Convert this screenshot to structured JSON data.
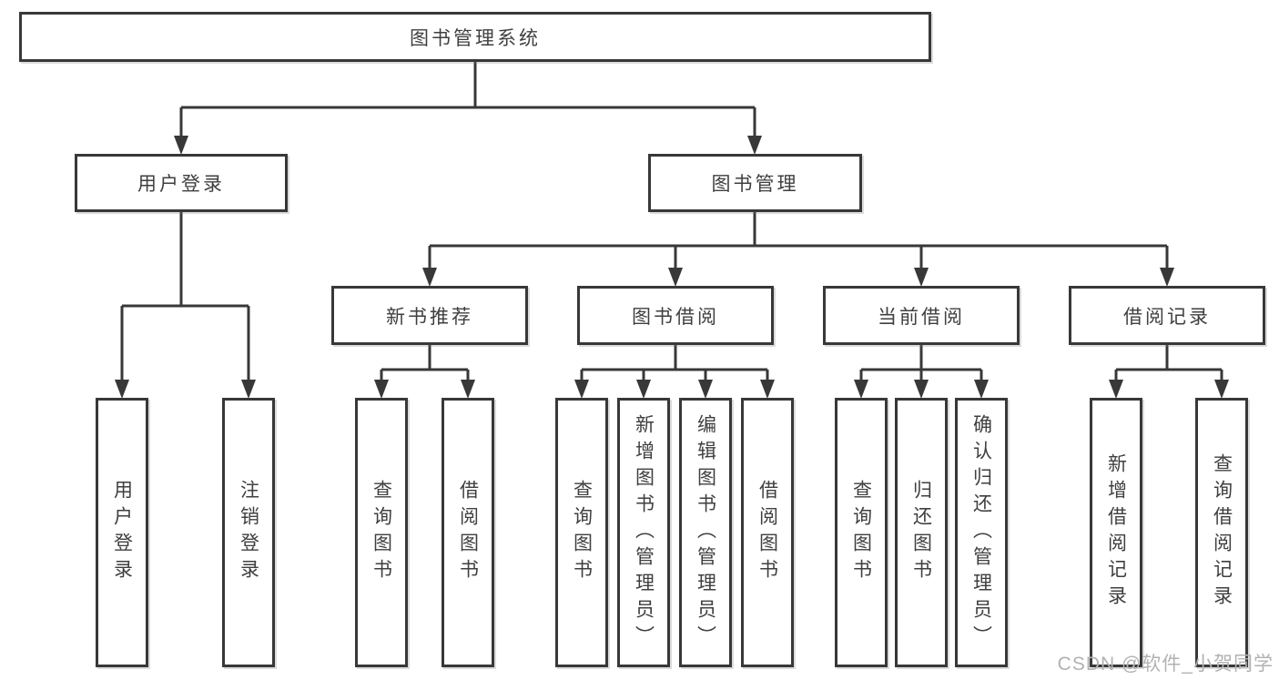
{
  "diagram": {
    "root": "图书管理系统",
    "user_login": {
      "label": "用户登录",
      "children": [
        "用户登录",
        "注销登录"
      ]
    },
    "book_management": {
      "label": "图书管理",
      "sections": [
        {
          "label": "新书推荐",
          "children": [
            "查询图书",
            "借阅图书"
          ]
        },
        {
          "label": "图书借阅",
          "children": [
            "查询图书",
            "新增图书（管理员）",
            "编辑图书（管理员）",
            "借阅图书"
          ]
        },
        {
          "label": "当前借阅",
          "children": [
            "查询图书",
            "归还图书",
            "确认归还（管理员）"
          ]
        },
        {
          "label": "借阅记录",
          "children": [
            "新增借阅记录",
            "查询借阅记录"
          ]
        }
      ]
    }
  },
  "watermark": "CSDN @软件_小贺同学",
  "colors": {
    "line": "#383838",
    "text": "#3f3f3f",
    "box_background": "#ffffff",
    "watermark": "#b2b2b2"
  }
}
